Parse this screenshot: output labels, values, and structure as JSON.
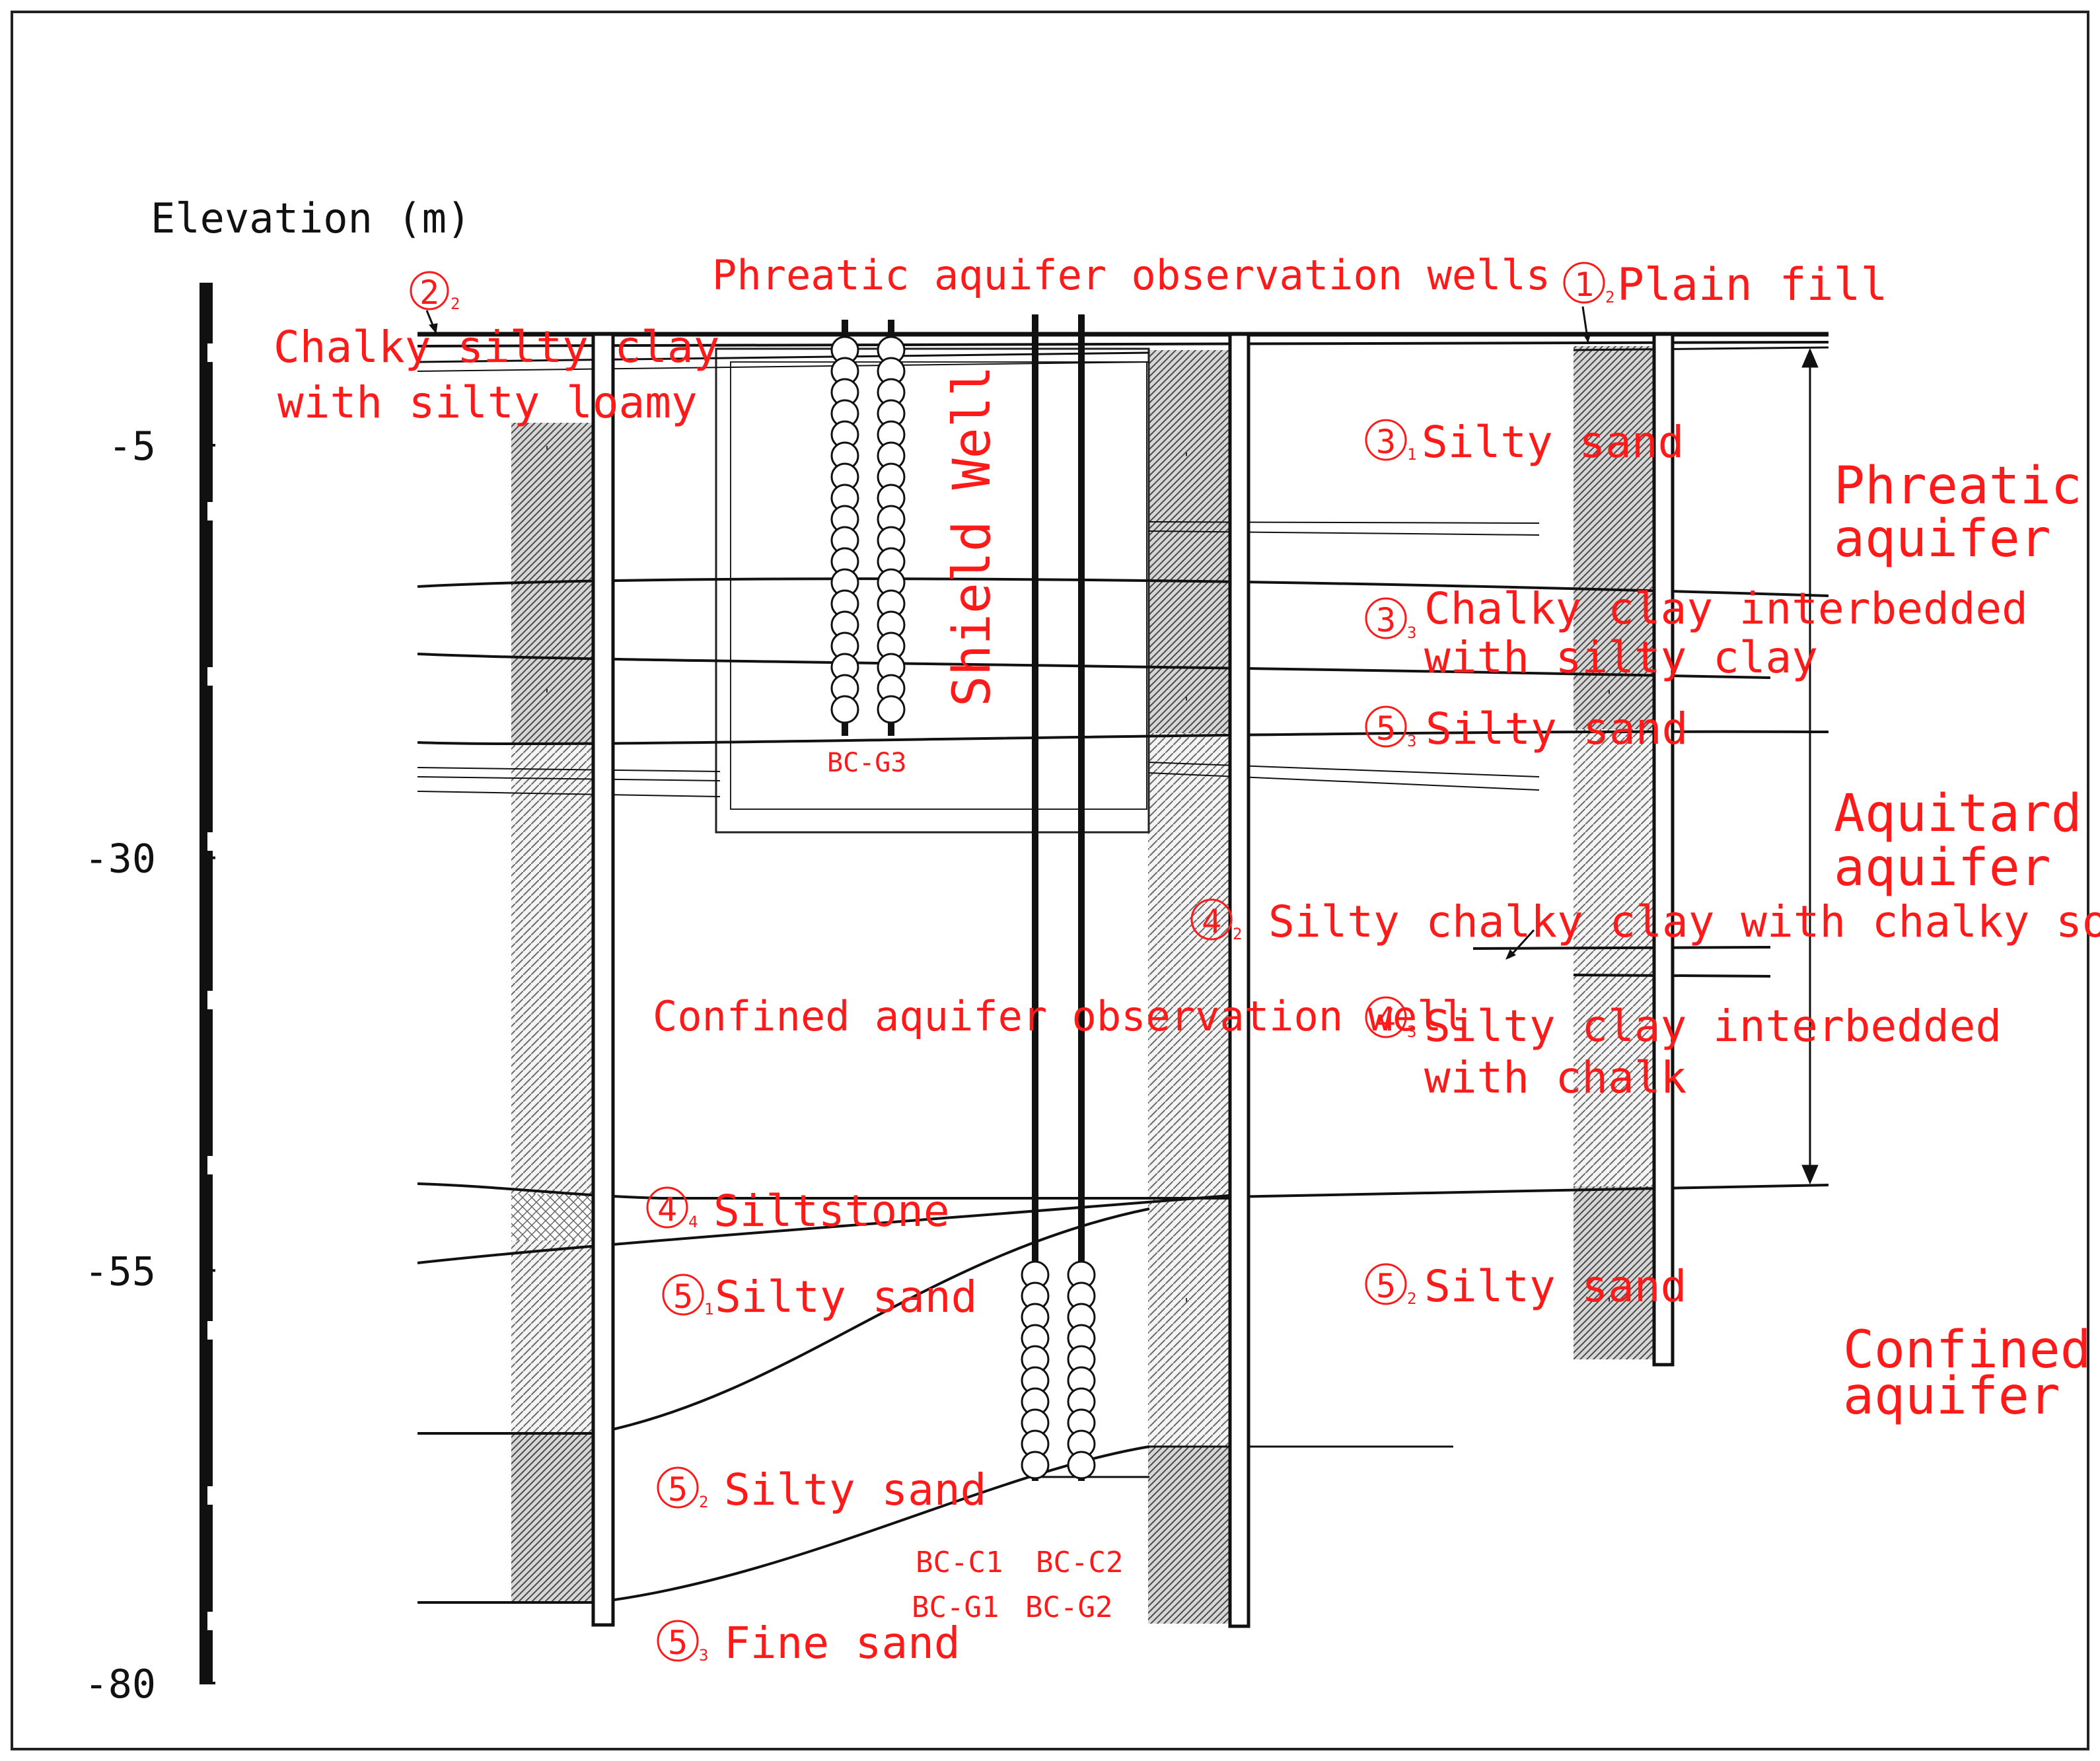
{
  "diagram": {
    "axis": {
      "title": "Elevation (m)",
      "ticks": [
        {
          "label": "-5",
          "value": -5
        },
        {
          "label": "-30",
          "value": -30
        },
        {
          "label": "-55",
          "value": -55
        },
        {
          "label": "-80",
          "value": -80
        }
      ]
    },
    "labels": {
      "phreatic_wells": "Phreatic aquifer observation wells",
      "shield_well": "Shield Well",
      "confined_well": "Confined aquifer observation well",
      "bc_g3": "BC-G3",
      "bc_c1": "BC-C1",
      "bc_g1": "BC-G1",
      "bc_c2": "BC-C2",
      "bc_g2": "BC-G2"
    },
    "layers": {
      "l22_num": "2",
      "l22_sub": "2",
      "l22_line1": "Chalky silty clay",
      "l22_line2": "with silty loamy",
      "l12_num": "1",
      "l12_sub": "2",
      "l12_text": "Plain fill",
      "l31_num": "3",
      "l31_sub": "1",
      "l31_text": "Silty sand",
      "l33_num": "3",
      "l33_sub": "3",
      "l33_line1": "Chalky clay interbedded",
      "l33_line2": "with silty clay",
      "l53u_num": "5",
      "l53u_sub": "3",
      "l53u_text": "Silty sand",
      "l42_num": "4",
      "l42_sub": "2",
      "l42_text": "Silty chalky clay with chalky soil",
      "l43_num": "4",
      "l43_sub": "3",
      "l43_line1": "Silty clay interbedded",
      "l43_line2": "with chalk",
      "l44_num": "4",
      "l44_sub": "4",
      "l44_text": "Siltstone",
      "l51_num": "5",
      "l51_sub": "1",
      "l51_text": "Silty sand",
      "l52l_num": "5",
      "l52l_sub": "2",
      "l52l_text": "Silty sand",
      "l52r_num": "5",
      "l52r_sub": "2",
      "l52r_text": "Silty sand",
      "l53l_num": "5",
      "l53l_sub": "3",
      "l53l_text": "Fine sand"
    },
    "aquifers": {
      "phreatic_1": "Phreatic",
      "phreatic_2": "aquifer",
      "aquitard_1": "Aquitard",
      "aquitard_2": "aquifer",
      "confined_1": "Confined",
      "confined_2": "aquifer"
    },
    "colors": {
      "annotation": "#ff1a1a",
      "line": "#111111"
    }
  }
}
